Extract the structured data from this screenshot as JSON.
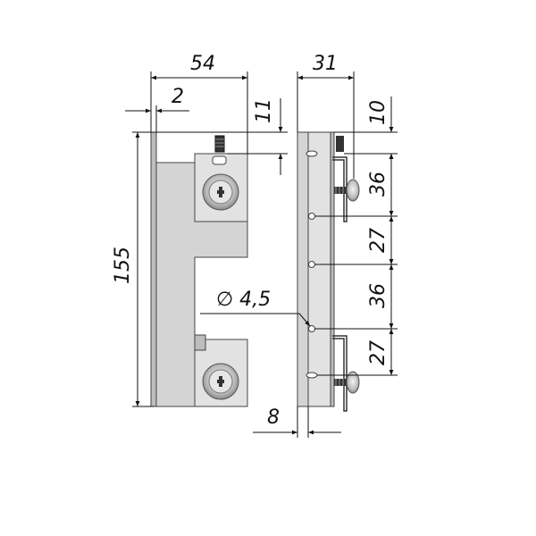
{
  "dimensions": {
    "width_total": "54",
    "flange": "2",
    "top_offset": "11",
    "height_total": "155",
    "hole_diameter": "∅ 4,5",
    "depth_total": "31",
    "top_spacing": "10",
    "spacing_1": "36",
    "spacing_2": "27",
    "spacing_3": "36",
    "spacing_4": "27",
    "bottom_width": "8"
  }
}
